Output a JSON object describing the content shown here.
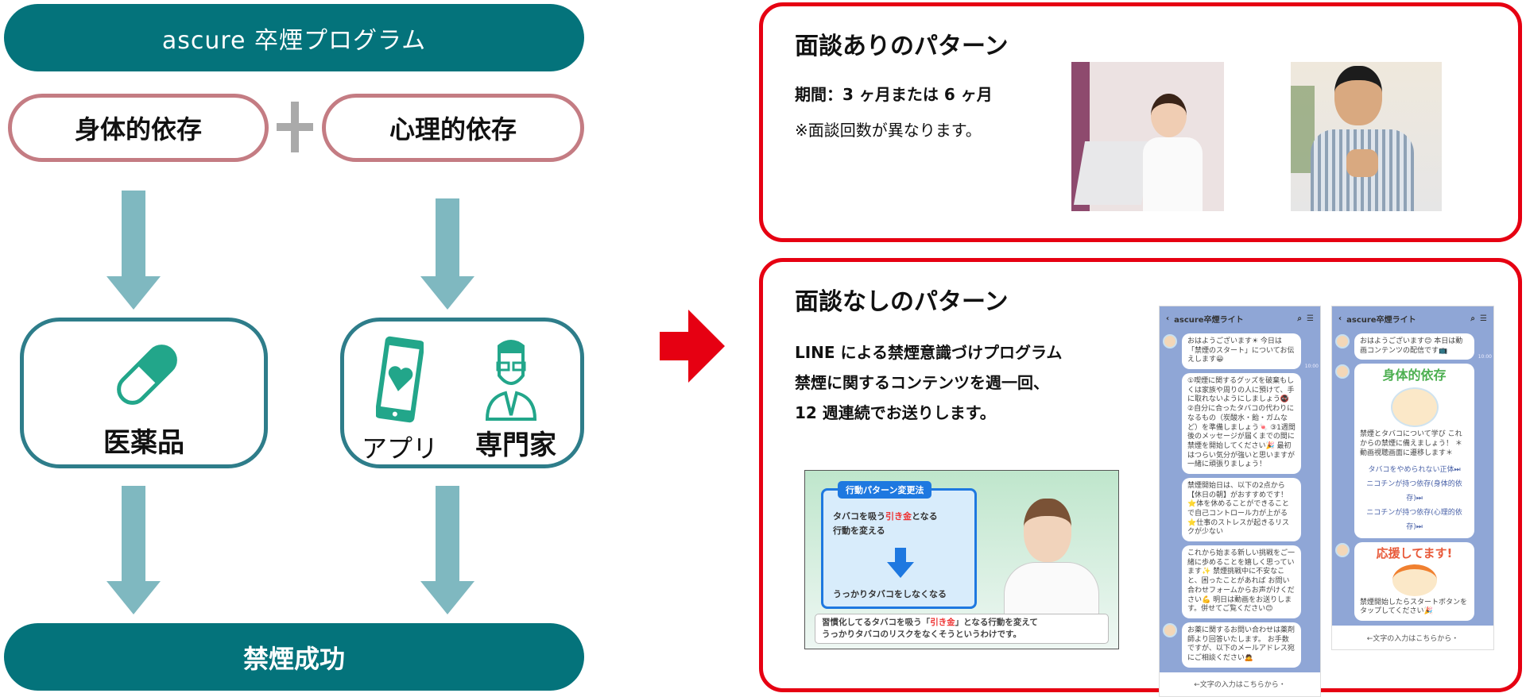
{
  "left": {
    "program_title": "ascure 卒煙プログラム",
    "dependency_physical": "身体的依存",
    "plus": "+",
    "dependency_psychological": "心理的依存",
    "medicine_label": "医薬品",
    "app_label": "アプリ",
    "expert_label": "専門家",
    "result": "禁煙成功"
  },
  "with_interview": {
    "title": "面談ありのパターン",
    "period": "期間：3 ヶ月または 6 ヶ月",
    "note": "※面談回数が異なります。"
  },
  "without_interview": {
    "title": "面談なしのパターン",
    "lines": [
      "LINE による禁煙意識づけプログラム",
      "禁煙に関するコンテンツを週一回、",
      "12 週連続でお送りします。"
    ],
    "video": {
      "box_title": "行動パターン変更法",
      "line1_a": "タバコを吸う",
      "line1_red": "引き金",
      "line1_b": "となる",
      "line2": "行動を変える",
      "line3": "うっかりタバコをしなくなる",
      "caption1_a": "習慣化してるタバコを吸う「",
      "caption1_red": "引き金",
      "caption1_b": "」となる行動を変えて",
      "caption2": "うっかりタバコのリスクをなくそうというわけです。"
    },
    "chat1": {
      "header": "ascure卒煙ライト",
      "messages": [
        "おはようございます☀ 今日は「禁煙のスタート」についてお伝えします😀",
        "①喫煙に関するグッズを破棄もしくは家族や周りの人に預けて、手に取れないようにしましょう🚭 ②自分に合ったタバコの代わりになるもの（炭酸水・飴・ガムなど）を準備しましょう🍬 ③1週間後のメッセージが届くまでの間に禁煙を開始してください🎉 最初はつらい気分が強いと思いますが一緒に頑張りましょう！",
        "禁煙開始日は、以下の2点から【休日の朝】がおすすめです！ ⭐体を休めることができることで自己コントロール力が上がる ⭐仕事のストレスが起きるリスクが少ない",
        "これから始まる新しい挑戦をご一緒に歩めることを嬉しく思っています✨ 禁煙挑戦中に不安なこと、困ったことがあれば お問い合わせフォームからお声がけください💪 明日は動画をお送りします。併せてご覧ください😊",
        "お薬に関するお問い合わせは薬剤師より回答いたします。 お手数ですが、以下のメールアドレス宛にご相談ください🙇"
      ],
      "time": "10:00",
      "input_hint": "←文字の入力はこちらから・"
    },
    "chat2": {
      "header": "ascure卒煙ライト",
      "greeting": "おはようございます😊 本日は動画コンテンツの配信です📺",
      "sticker1": "身体的依存",
      "body": "禁煙とタバコについて学び これからの禁煙に備えましょう！ ＊動画視聴画面に遷移します＊",
      "links": [
        "タバコをやめられない正体⏭",
        "ニコチンが持つ依存(身体的依存)⏭",
        "ニコチンが持つ依存(心理的依存)⏭"
      ],
      "sticker2": "応援してます!",
      "body2": "禁煙開始したらスタートボタンをタップしてください🎉",
      "time": "10:00",
      "input_hint": "←文字の入力はこちらから・"
    }
  },
  "colors": {
    "teal": "#04737b",
    "arrow": "#7fb8c0",
    "pink": "#c47c83",
    "red": "#e60012",
    "icon": "#22a68a"
  }
}
